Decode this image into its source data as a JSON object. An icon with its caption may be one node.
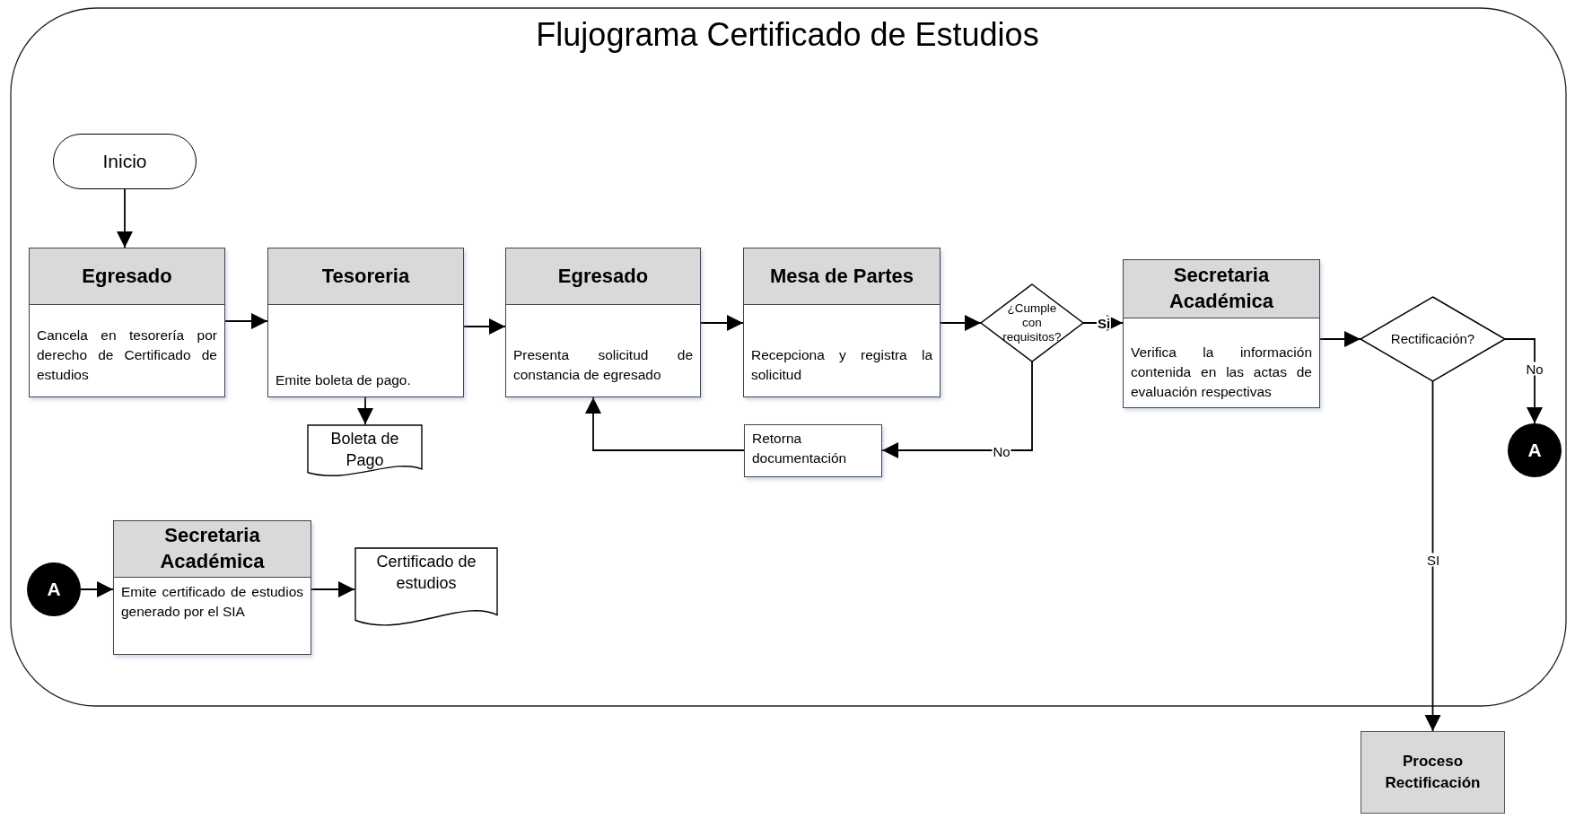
{
  "diagram": {
    "title": "Flujograma Certificado de Estudios",
    "nodes": [
      {
        "text": [
          "Inicio"
        ]
      },
      {
        "text": [
          "Egresado",
          "Cancela en tesorería por derecho de Certificado de estudios"
        ]
      },
      {
        "text": [
          "Tesoreria",
          "Emite boleta de pago."
        ]
      },
      {
        "text": [
          "Boleta de Pago"
        ]
      },
      {
        "text": [
          "Egresado",
          "Presenta solicitud de constancia de egresado"
        ]
      },
      {
        "text": [
          "Mesa de Partes",
          "Recepciona y registra la solicitud"
        ]
      },
      {
        "text": [
          "¿Cumple con requisitos?"
        ]
      },
      {
        "text": [
          "Retorna documentación"
        ]
      },
      {
        "text": [
          "Secretaria Académica",
          "Verifica la información contenida en las actas de evaluación respectivas"
        ]
      },
      {
        "text": [
          "Rectificación?"
        ]
      },
      {
        "text": [
          "A"
        ]
      },
      {
        "text": [
          "Proceso Rectificación"
        ]
      },
      {
        "text": [
          "A"
        ]
      },
      {
        "text": [
          "Secretaria Académica",
          "Emite certificado de estudios generado por el SIA"
        ]
      },
      {
        "text": [
          "Certificado de estudios"
        ]
      }
    ],
    "edges": [
      {
        "from": 0,
        "to": 1,
        "arrow": "to"
      },
      {
        "from": 1,
        "to": 2,
        "arrow": "to"
      },
      {
        "from": 2,
        "to": 3,
        "arrow": "to"
      },
      {
        "from": 2,
        "to": 4,
        "arrow": "to"
      },
      {
        "from": 4,
        "to": 5,
        "arrow": "to"
      },
      {
        "from": 5,
        "to": 6,
        "arrow": "to"
      },
      {
        "from": 6,
        "to": 8,
        "arrow": "to",
        "label": "Si"
      },
      {
        "from": 6,
        "to": 7,
        "arrow": "to",
        "label": "No"
      },
      {
        "from": 7,
        "to": 4,
        "arrow": "to"
      },
      {
        "from": 8,
        "to": 9,
        "arrow": "to"
      },
      {
        "from": 9,
        "to": 10,
        "arrow": "to",
        "label": "No"
      },
      {
        "from": 9,
        "to": 11,
        "arrow": "to",
        "label": "SI"
      },
      {
        "from": 12,
        "to": 13,
        "arrow": "to"
      },
      {
        "from": 13,
        "to": 14,
        "arrow": "to"
      }
    ]
  }
}
